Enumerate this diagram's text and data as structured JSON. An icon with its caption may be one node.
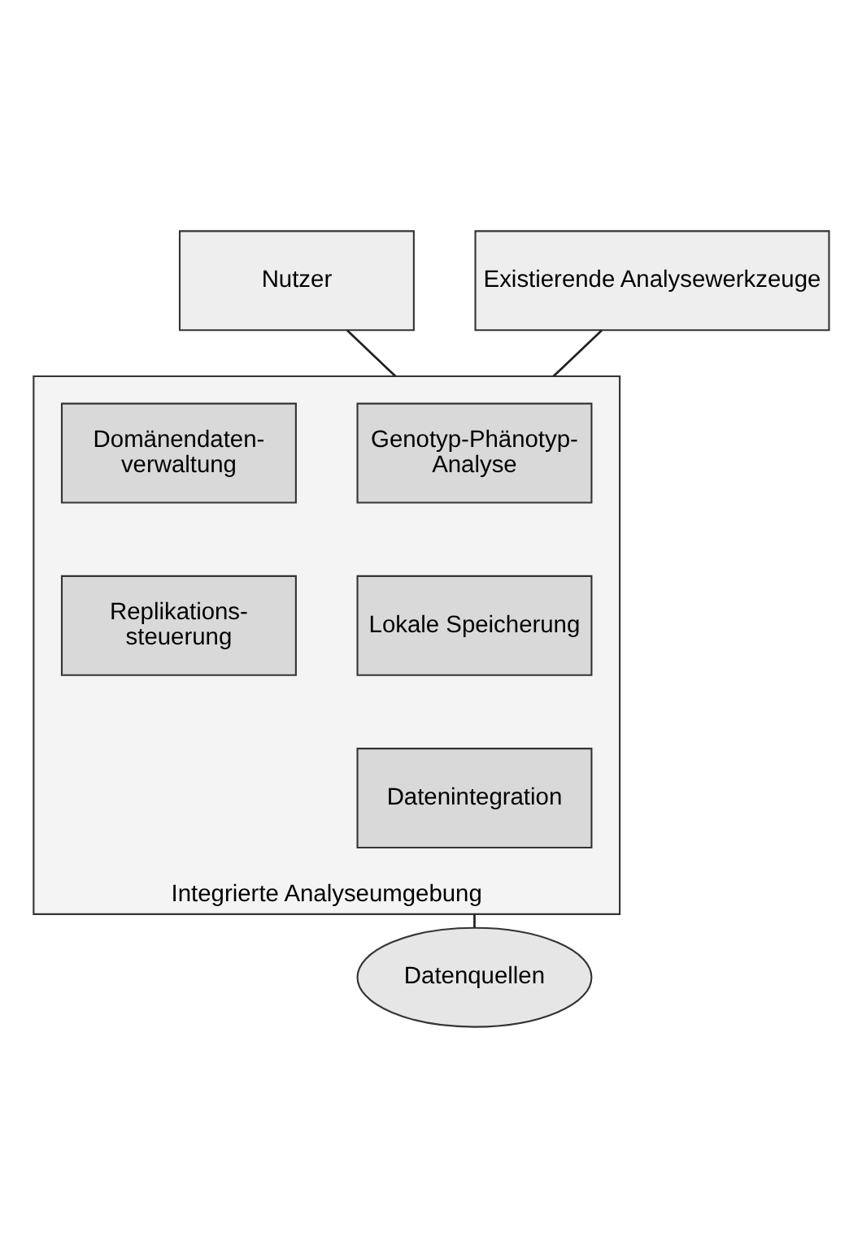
{
  "diagram": {
    "nodes": [
      {
        "text": [
          "Nutzer"
        ]
      },
      {
        "text": [
          "Existierende Analysewerkzeuge"
        ]
      },
      {
        "text": [
          "Integrierte Analyseumgebung"
        ]
      },
      {
        "text": [
          "Genotyp-Phänotyp- Analyse"
        ],
        "in": 2
      },
      {
        "text": [
          "Domänendaten- verwaltung"
        ],
        "in": 2
      },
      {
        "text": [
          "Lokale Speicherung"
        ],
        "in": 2
      },
      {
        "text": [
          "Replikations- steuerung"
        ],
        "in": 2
      },
      {
        "text": [
          "Datenintegration"
        ],
        "in": 2
      },
      {
        "text": [
          "Datenquellen"
        ]
      }
    ],
    "edges": [
      {
        "from": 0,
        "to": 2,
        "arrow": "none"
      },
      {
        "from": 1,
        "to": 2,
        "arrow": "none"
      },
      {
        "from": 2,
        "to": 8,
        "arrow": "none"
      }
    ]
  }
}
